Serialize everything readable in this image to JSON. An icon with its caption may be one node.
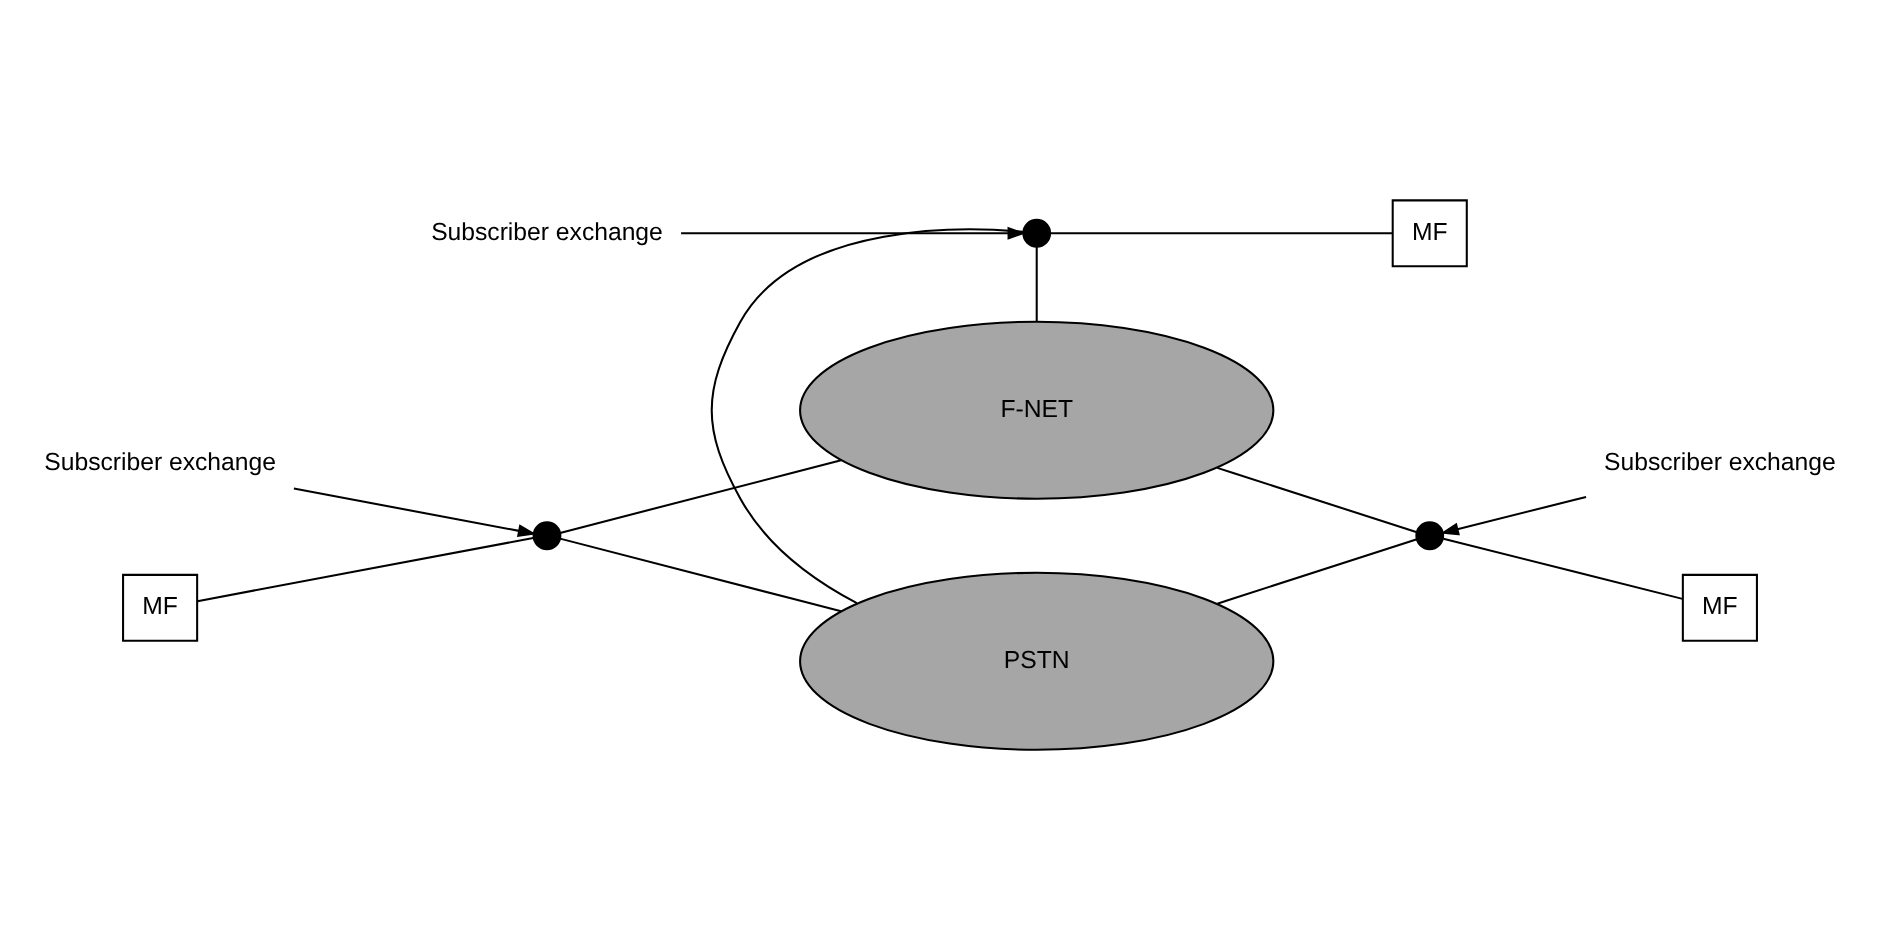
{
  "diagram": {
    "nodes": [
      {
        "text": [
          "Subscriber exchange"
        ]
      },
      {
        "text": [
          "F-NET"
        ]
      },
      {
        "text": [
          "Subscriber exchange"
        ]
      },
      {
        "text": [],
        "shape": "circle"
      },
      {
        "text": [],
        "shape": "circle"
      },
      {
        "text": [
          "PSTN"
        ]
      },
      {
        "text": [
          "MF"
        ]
      },
      {
        "text": [
          "MF"
        ]
      },
      {
        "text": [],
        "shape": "circle"
      },
      {
        "text": [
          "Subscriber exchange"
        ]
      },
      {
        "text": [
          "MF"
        ]
      }
    ],
    "edges": [
      {
        "from": 0,
        "to": 3,
        "arrow": "to"
      },
      {
        "from": 3,
        "to": 1,
        "arrow": "none"
      },
      {
        "from": 3,
        "to": 5,
        "arrow": "none"
      },
      {
        "from": 3,
        "to": 6,
        "arrow": "none"
      },
      {
        "from": 2,
        "to": 4,
        "arrow": "to"
      },
      {
        "from": 4,
        "to": 1,
        "arrow": "none"
      },
      {
        "from": 4,
        "to": 5,
        "arrow": "none"
      },
      {
        "from": 4,
        "to": 7,
        "arrow": "none"
      },
      {
        "from": 9,
        "to": 8,
        "arrow": "to"
      },
      {
        "from": 8,
        "to": 5,
        "arrow": "none"
      },
      {
        "from": 8,
        "to": 1,
        "arrow": "none"
      },
      {
        "from": 8,
        "to": 10,
        "arrow": "none"
      }
    ]
  }
}
